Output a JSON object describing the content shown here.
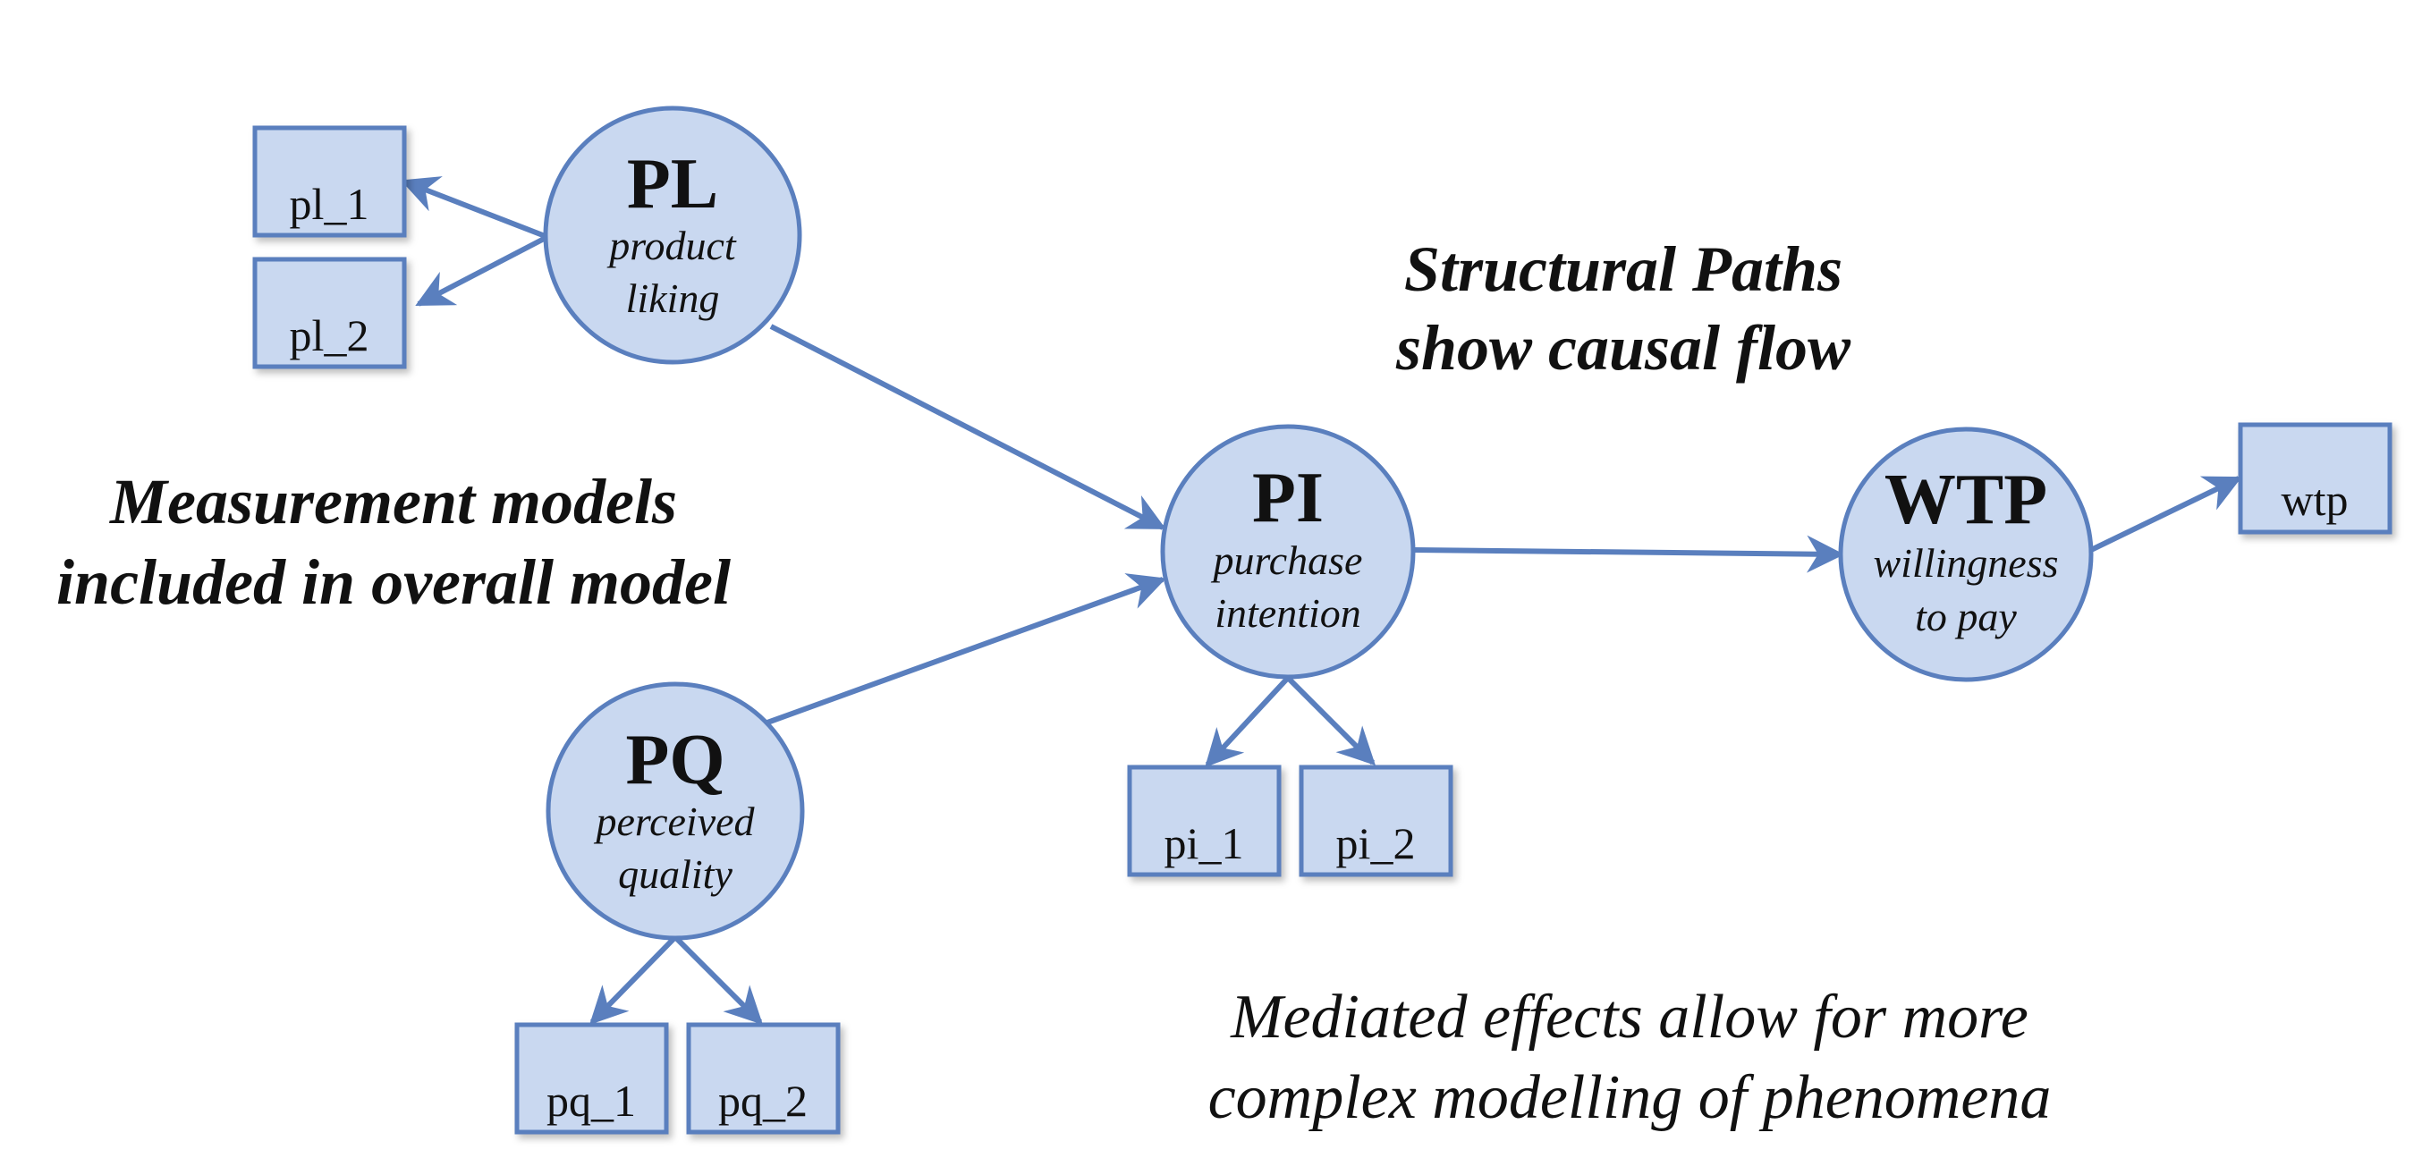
{
  "latents": {
    "pl": {
      "abbr": "PL",
      "desc_line1": "product",
      "desc_line2": "liking"
    },
    "pq": {
      "abbr": "PQ",
      "desc_line1": "perceived",
      "desc_line2": "quality"
    },
    "pi": {
      "abbr": "PI",
      "desc_line1": "purchase",
      "desc_line2": "intention"
    },
    "wtp": {
      "abbr": "WTP",
      "desc_line1": "willingness",
      "desc_line2": "to pay"
    }
  },
  "indicators": {
    "pl_1": "pl_1",
    "pl_2": "pl_2",
    "pq_1": "pq_1",
    "pq_2": "pq_2",
    "pi_1": "pi_1",
    "pi_2": "pi_2",
    "wtp": "wtp"
  },
  "annotations": {
    "structural": {
      "line1": "Structural Paths",
      "line2": "show causal flow"
    },
    "measurement": {
      "line1": "Measurement models",
      "line2": "included in overall model"
    },
    "mediated": {
      "line1": "Mediated effects allow for more",
      "line2": "complex modelling of phenomena"
    }
  },
  "colors": {
    "node_fill": "#c9d8f0",
    "node_stroke": "#5a7fbe",
    "text": "#111111"
  }
}
